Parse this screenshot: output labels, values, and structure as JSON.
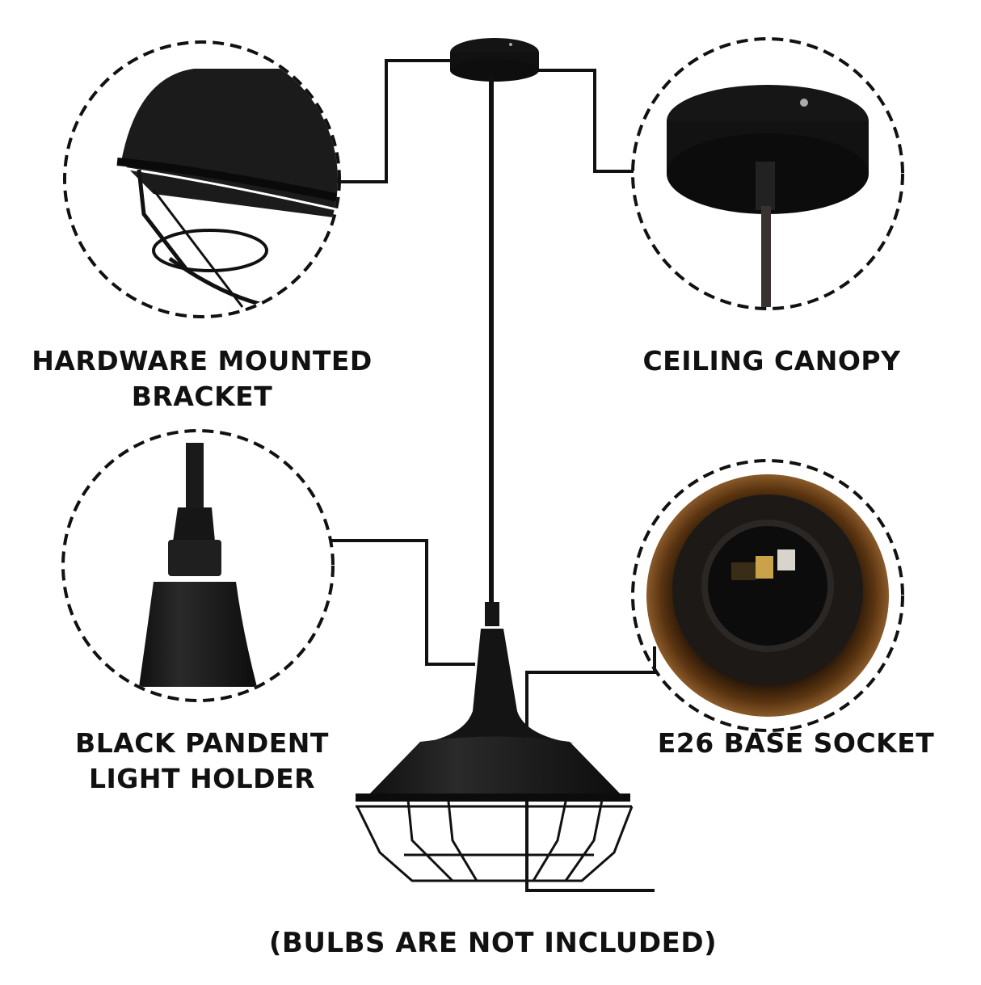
{
  "callouts": {
    "bracket": {
      "lines": [
        "HARDWARE MOUNTED",
        "BRACKET"
      ]
    },
    "canopy": {
      "lines": [
        "CEILING CANOPY"
      ]
    },
    "holder": {
      "lines": [
        "BLACK PANDENT",
        "LIGHT HOLDER"
      ]
    },
    "socket": {
      "lines": [
        "E26 BASE SOCKET"
      ]
    }
  },
  "footnote": "(BULBS ARE NOT INCLUDED)",
  "colors": {
    "background": "#ffffff",
    "ink": "#111111",
    "fixture": "#141414",
    "socket_rim": "#5a3410",
    "brass": "#c9a24a"
  }
}
